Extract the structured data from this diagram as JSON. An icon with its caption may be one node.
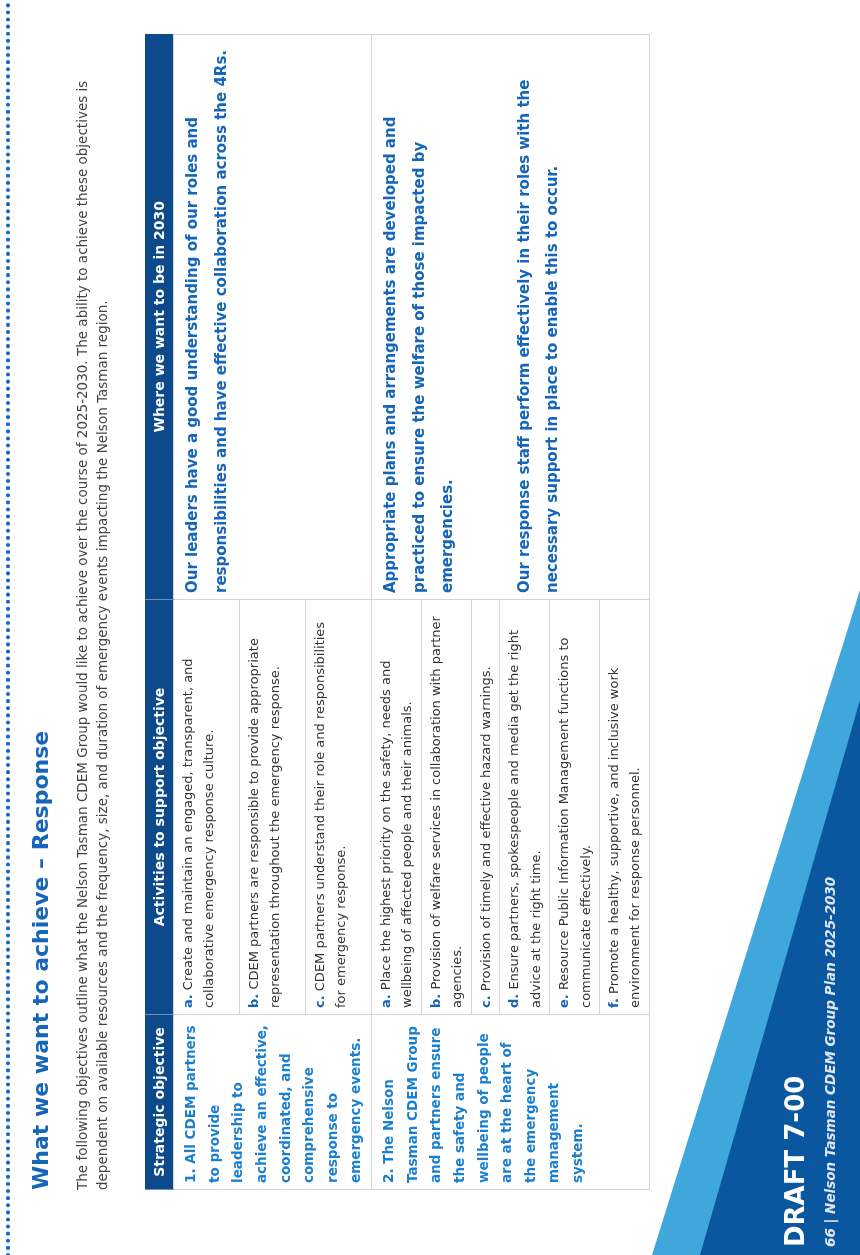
{
  "diagram": {
    "title": "What we want to achieve – Response",
    "labels": [
      "The following objectives outline what the Nelson Tasman CDEM Group would like to achieve over the course of 2025-2030. The ability to achieve these objectives is dependent on available resources and the frequency, size, and duration of emergency events impacting the Nelson Tasman region.",
      "Strategic objective",
      "Activities to support objective",
      "Where we want to be in 2030",
      "1. All CDEM partners to provide leadership to achieve an effective, coordinated, and comprehensive response to emergency events.",
      "**a.** Create and maintain an engaged, transparent, and collaborative emergency response culture.",
      "Our leaders have a good understanding of our roles and responsibilities and have effective collaboration across the 4Rs.",
      "**b.** CDEM partners are responsible to provide appropriate representation throughout the emergency response.",
      "**c.** CDEM partners understand their role and responsibilities for emergency response.",
      "2. The Nelson Tasman CDEM Group and partners ensure the safety and wellbeing of people are at the heart of the emergency management system.",
      "**a.** Place the highest priority on the safety, needs and wellbeing of affected people and their animals.",
      "Appropriate plans and arrangements are developed and practiced to ensure the welfare of those impacted by emergencies.",
      "Our response staff perform effectively in their roles with the necessary support in place to enable this to occur.",
      "**b.** Provision of welfare services in collaboration with partner agencies.",
      "**c.** Provision of timely and effective hazard warnings.",
      "**d.** Ensure partners, spokespeople and media get the right advice at the right time.",
      "**e.** Resource Public Information Management functions to communicate effectively.",
      "**f.** Promote a healthy, supportive, and inclusive work environment for response personnel.",
      "DRAFT 7-00",
      "66 | Nelson Tasman CDEM Group Plan 2025-2030"
    ]
  }
}
